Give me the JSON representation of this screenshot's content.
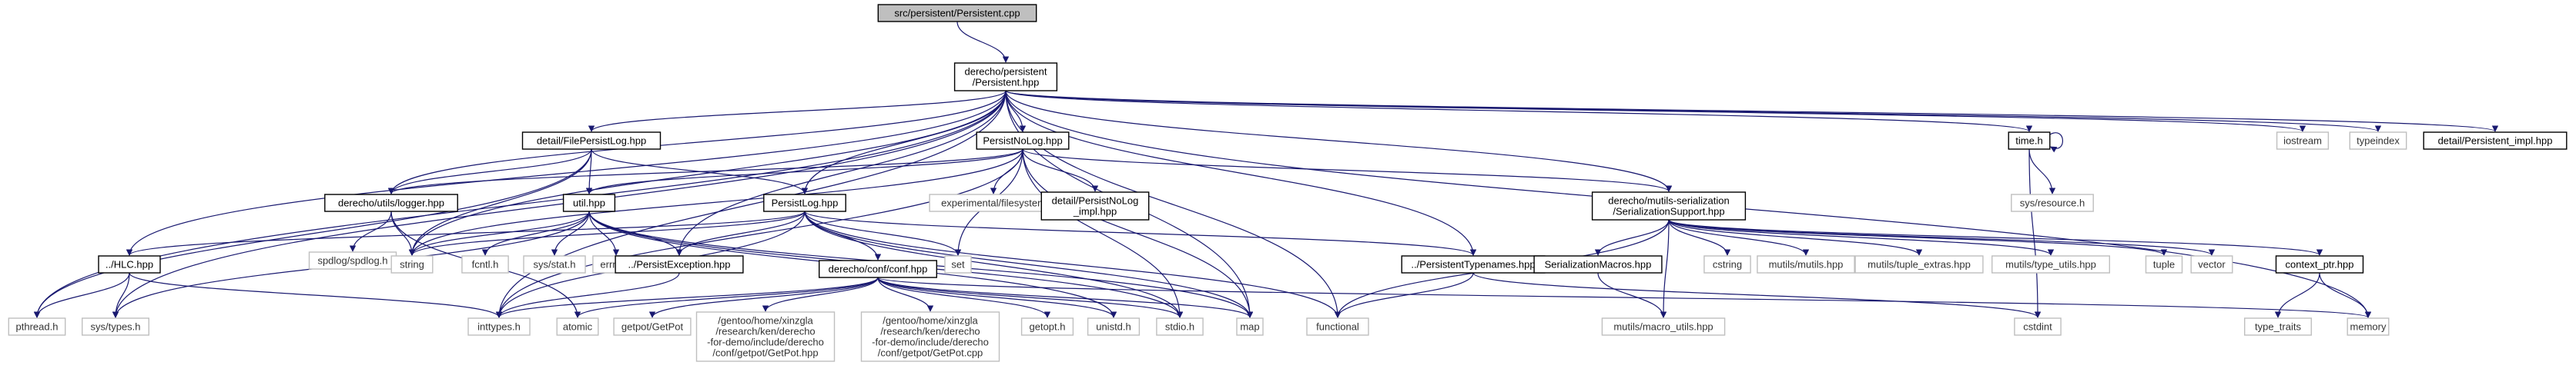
{
  "diagram": {
    "nodes": [
      {
        "id": "root",
        "lines": [
          "src/persistent/Persistent.cpp"
        ],
        "type": "root"
      },
      {
        "id": "persistent_hpp",
        "lines": [
          "derecho/persistent",
          "/Persistent.hpp"
        ],
        "type": "documented"
      },
      {
        "id": "filepersistlog",
        "lines": [
          "detail/FilePersistLog.hpp"
        ],
        "type": "documented"
      },
      {
        "id": "persistnolog",
        "lines": [
          "PersistNoLog.hpp"
        ],
        "type": "documented"
      },
      {
        "id": "time_h",
        "lines": [
          "time.h"
        ],
        "type": "documented"
      },
      {
        "id": "iostream",
        "lines": [
          "iostream"
        ],
        "type": "external"
      },
      {
        "id": "typeindex",
        "lines": [
          "typeindex"
        ],
        "type": "external"
      },
      {
        "id": "persistent_impl",
        "lines": [
          "detail/Persistent_impl.hpp"
        ],
        "type": "documented"
      },
      {
        "id": "logger",
        "lines": [
          "derecho/utils/logger.hpp"
        ],
        "type": "documented"
      },
      {
        "id": "util_hpp",
        "lines": [
          "util.hpp"
        ],
        "type": "documented"
      },
      {
        "id": "experimental_fs",
        "lines": [
          "experimental/filesystem"
        ],
        "type": "external"
      },
      {
        "id": "persistnolog_impl",
        "lines": [
          "detail/PersistNoLog",
          "_impl.hpp"
        ],
        "type": "documented"
      },
      {
        "id": "serialization_support",
        "lines": [
          "derecho/mutils-serialization",
          "/SerializationSupport.hpp"
        ],
        "type": "documented"
      },
      {
        "id": "sys_resource",
        "lines": [
          "sys/resource.h"
        ],
        "type": "external"
      },
      {
        "id": "persistlog",
        "lines": [
          "PersistLog.hpp"
        ],
        "type": "documented"
      },
      {
        "id": "spdlog",
        "lines": [
          "spdlog/spdlog.h"
        ],
        "type": "external"
      },
      {
        "id": "hlc",
        "lines": [
          "../HLC.hpp"
        ],
        "type": "documented"
      },
      {
        "id": "string",
        "lines": [
          "string"
        ],
        "type": "external"
      },
      {
        "id": "fcntl",
        "lines": [
          "fcntl.h"
        ],
        "type": "external"
      },
      {
        "id": "sys_stat",
        "lines": [
          "sys/stat.h"
        ],
        "type": "external"
      },
      {
        "id": "errno",
        "lines": [
          "errno.h"
        ],
        "type": "external"
      },
      {
        "id": "persist_exception",
        "lines": [
          "../PersistException.hpp"
        ],
        "type": "documented"
      },
      {
        "id": "conf_hpp",
        "lines": [
          "derecho/conf/conf.hpp"
        ],
        "type": "documented"
      },
      {
        "id": "set",
        "lines": [
          "set"
        ],
        "type": "external"
      },
      {
        "id": "persistent_typenames",
        "lines": [
          "../PersistentTypenames.hpp"
        ],
        "type": "documented"
      },
      {
        "id": "serialization_macros",
        "lines": [
          "SerializationMacros.hpp"
        ],
        "type": "documented"
      },
      {
        "id": "cstring",
        "lines": [
          "cstring"
        ],
        "type": "external"
      },
      {
        "id": "mutils_hpp",
        "lines": [
          "mutils/mutils.hpp"
        ],
        "type": "external"
      },
      {
        "id": "tuple_extras",
        "lines": [
          "mutils/tuple_extras.hpp"
        ],
        "type": "external"
      },
      {
        "id": "type_utils",
        "lines": [
          "mutils/type_utils.hpp"
        ],
        "type": "external"
      },
      {
        "id": "tuple",
        "lines": [
          "tuple"
        ],
        "type": "external"
      },
      {
        "id": "vector",
        "lines": [
          "vector"
        ],
        "type": "external"
      },
      {
        "id": "context_ptr",
        "lines": [
          "context_ptr.hpp"
        ],
        "type": "documented"
      },
      {
        "id": "pthread",
        "lines": [
          "pthread.h"
        ],
        "type": "external"
      },
      {
        "id": "sys_types",
        "lines": [
          "sys/types.h"
        ],
        "type": "external"
      },
      {
        "id": "inttypes",
        "lines": [
          "inttypes.h"
        ],
        "type": "external"
      },
      {
        "id": "atomic",
        "lines": [
          "atomic"
        ],
        "type": "external"
      },
      {
        "id": "getpot",
        "lines": [
          "getpot/GetPot"
        ],
        "type": "external"
      },
      {
        "id": "getpot_hpp",
        "lines": [
          "/gentoo/home/xinzgla",
          "/research/ken/derecho",
          "-for-demo/include/derecho",
          "/conf/getpot/GetPot.hpp"
        ],
        "type": "external"
      },
      {
        "id": "getpot_cpp",
        "lines": [
          "/gentoo/home/xinzgla",
          "/research/ken/derecho",
          "-for-demo/include/derecho",
          "/conf/getpot/GetPot.cpp"
        ],
        "type": "external"
      },
      {
        "id": "getopt",
        "lines": [
          "getopt.h"
        ],
        "type": "external"
      },
      {
        "id": "unistd",
        "lines": [
          "unistd.h"
        ],
        "type": "external"
      },
      {
        "id": "stdio",
        "lines": [
          "stdio.h"
        ],
        "type": "external"
      },
      {
        "id": "map",
        "lines": [
          "map"
        ],
        "type": "external"
      },
      {
        "id": "functional",
        "lines": [
          "functional"
        ],
        "type": "external"
      },
      {
        "id": "cstdint",
        "lines": [
          "cstdint"
        ],
        "type": "external"
      },
      {
        "id": "macro_utils",
        "lines": [
          "mutils/macro_utils.hpp"
        ],
        "type": "external"
      },
      {
        "id": "type_traits",
        "lines": [
          "type_traits"
        ],
        "type": "external"
      },
      {
        "id": "memory",
        "lines": [
          "memory"
        ],
        "type": "external"
      }
    ],
    "edges": [
      [
        "root",
        "persistent_hpp"
      ],
      [
        "persistent_hpp",
        "filepersistlog"
      ],
      [
        "persistent_hpp",
        "persistnolog"
      ],
      [
        "persistent_hpp",
        "time_h"
      ],
      [
        "persistent_hpp",
        "iostream"
      ],
      [
        "persistent_hpp",
        "typeindex"
      ],
      [
        "persistent_hpp",
        "persistent_impl"
      ],
      [
        "persistent_hpp",
        "logger"
      ],
      [
        "persistent_hpp",
        "serialization_support"
      ],
      [
        "persistent_hpp",
        "persistlog"
      ],
      [
        "persistent_hpp",
        "hlc"
      ],
      [
        "persistent_hpp",
        "string"
      ],
      [
        "persistent_hpp",
        "persist_exception"
      ],
      [
        "persistent_hpp",
        "persistent_typenames"
      ],
      [
        "persistent_hpp",
        "pthread"
      ],
      [
        "persistent_hpp",
        "sys_types"
      ],
      [
        "persistent_hpp",
        "inttypes"
      ],
      [
        "persistent_hpp",
        "map"
      ],
      [
        "persistent_hpp",
        "functional"
      ],
      [
        "persistent_hpp",
        "memory"
      ],
      [
        "filepersistlog",
        "logger"
      ],
      [
        "filepersistlog",
        "util_hpp"
      ],
      [
        "filepersistlog",
        "persistlog"
      ],
      [
        "filepersistlog",
        "string"
      ],
      [
        "filepersistlog",
        "pthread"
      ],
      [
        "persistnolog",
        "logger"
      ],
      [
        "persistnolog",
        "util_hpp"
      ],
      [
        "persistnolog",
        "experimental_fs"
      ],
      [
        "persistnolog",
        "persistnolog_impl"
      ],
      [
        "persistnolog",
        "serialization_support"
      ],
      [
        "persistnolog",
        "string"
      ],
      [
        "persistnolog",
        "set"
      ],
      [
        "persistnolog",
        "map"
      ],
      [
        "persistnolog",
        "stdio"
      ],
      [
        "persistnolog",
        "inttypes"
      ],
      [
        "time_h",
        "time_h"
      ],
      [
        "time_h",
        "sys_resource"
      ],
      [
        "time_h",
        "cstdint"
      ],
      [
        "logger",
        "spdlog"
      ],
      [
        "logger",
        "string"
      ],
      [
        "logger",
        "atomic"
      ],
      [
        "util_hpp",
        "string"
      ],
      [
        "util_hpp",
        "fcntl"
      ],
      [
        "util_hpp",
        "sys_stat"
      ],
      [
        "util_hpp",
        "errno"
      ],
      [
        "util_hpp",
        "persist_exception"
      ],
      [
        "util_hpp",
        "sys_types"
      ],
      [
        "util_hpp",
        "unistd"
      ],
      [
        "util_hpp",
        "stdio"
      ],
      [
        "util_hpp",
        "map"
      ],
      [
        "persistlog",
        "hlc"
      ],
      [
        "persistlog",
        "string"
      ],
      [
        "persistlog",
        "persist_exception"
      ],
      [
        "persistlog",
        "conf_hpp"
      ],
      [
        "persistlog",
        "set"
      ],
      [
        "persistlog",
        "persistent_typenames"
      ],
      [
        "persistlog",
        "inttypes"
      ],
      [
        "persistlog",
        "stdio"
      ],
      [
        "persistlog",
        "map"
      ],
      [
        "persistlog",
        "functional"
      ],
      [
        "serialization_support",
        "serialization_macros"
      ],
      [
        "serialization_support",
        "cstring"
      ],
      [
        "serialization_support",
        "mutils_hpp"
      ],
      [
        "serialization_support",
        "tuple_extras"
      ],
      [
        "serialization_support",
        "type_utils"
      ],
      [
        "serialization_support",
        "tuple"
      ],
      [
        "serialization_support",
        "vector"
      ],
      [
        "serialization_support",
        "context_ptr"
      ],
      [
        "serialization_support",
        "macro_utils"
      ],
      [
        "serialization_support",
        "functional"
      ],
      [
        "hlc",
        "pthread"
      ],
      [
        "hlc",
        "sys_types"
      ],
      [
        "hlc",
        "inttypes"
      ],
      [
        "persist_exception",
        "inttypes"
      ],
      [
        "conf_hpp",
        "inttypes"
      ],
      [
        "conf_hpp",
        "atomic"
      ],
      [
        "conf_hpp",
        "getpot"
      ],
      [
        "conf_hpp",
        "getpot_hpp"
      ],
      [
        "conf_hpp",
        "getpot_cpp"
      ],
      [
        "conf_hpp",
        "getopt"
      ],
      [
        "conf_hpp",
        "unistd"
      ],
      [
        "conf_hpp",
        "stdio"
      ],
      [
        "conf_hpp",
        "map"
      ],
      [
        "conf_hpp",
        "memory"
      ],
      [
        "persistent_typenames",
        "functional"
      ],
      [
        "persistent_typenames",
        "cstdint"
      ],
      [
        "serialization_macros",
        "macro_utils"
      ],
      [
        "context_ptr",
        "type_traits"
      ],
      [
        "context_ptr",
        "memory"
      ]
    ]
  }
}
